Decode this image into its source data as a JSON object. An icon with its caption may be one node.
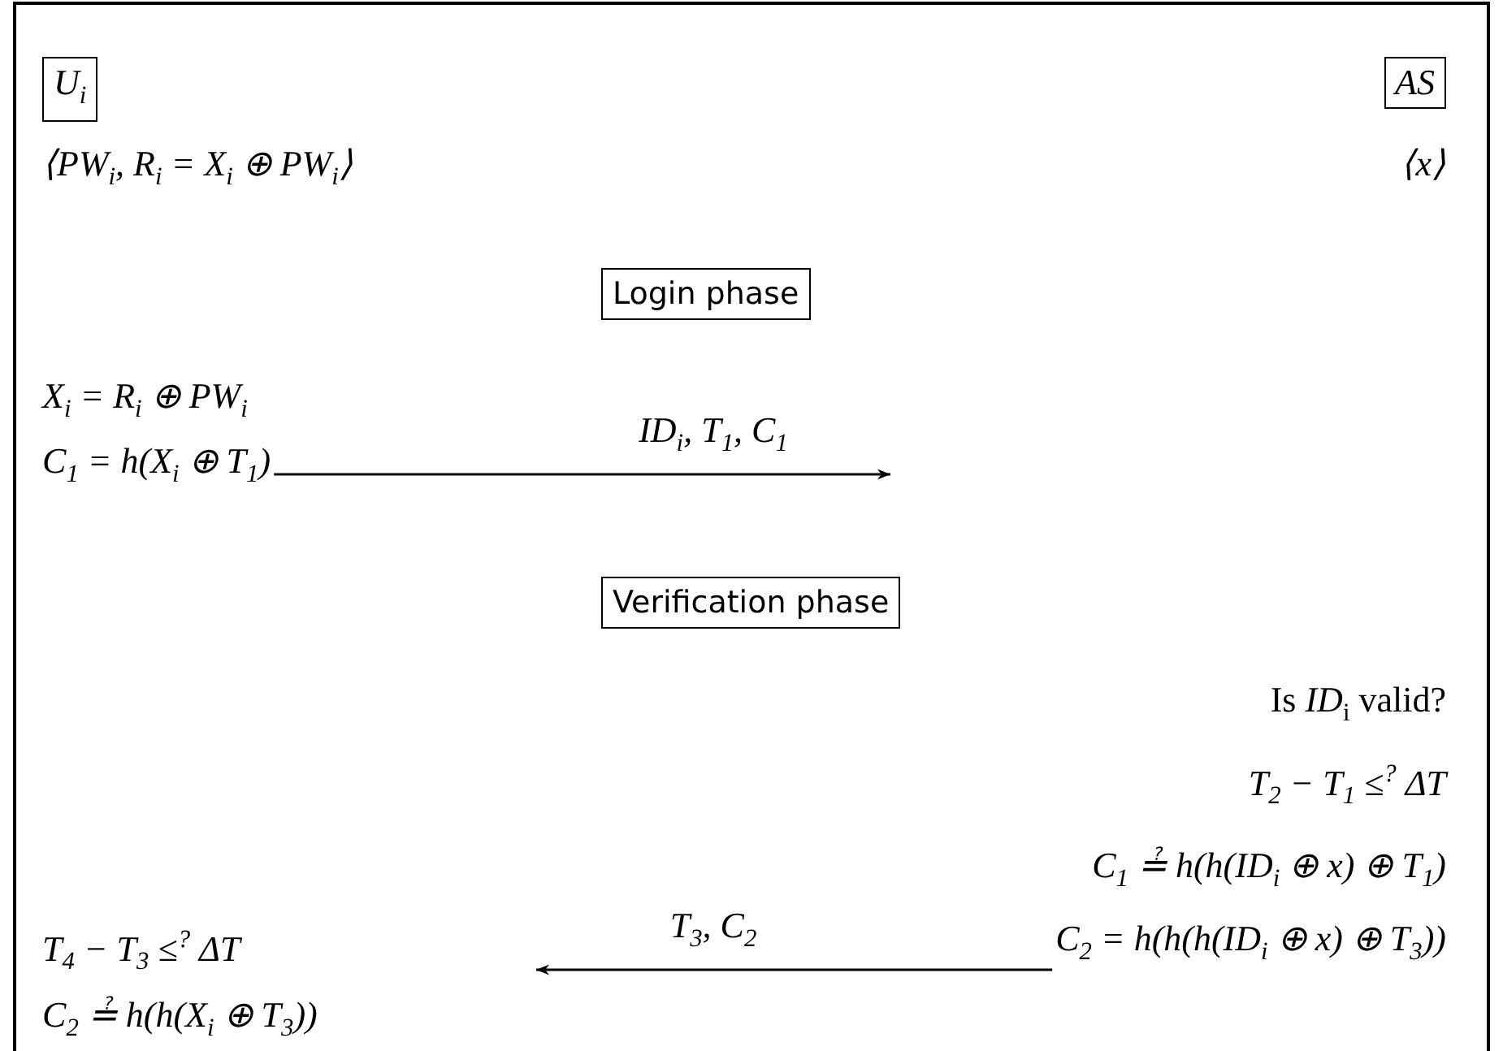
{
  "diagram": {
    "nodes": [
      {
        "text": [
          "U$_{i}$"
        ]
      },
      {
        "text": [
          "AS"
        ]
      },
      {
        "text": [
          "Login phase"
        ]
      },
      {
        "text": [
          "Verification phase"
        ]
      },
      {
        "text": [
          "X$_{i}$ = R$_{i}$ ⊕ PW$_{i}$",
          "C$_{1}$ = h(X$_{i}$ ⊕ T$_{1}$)"
        ]
      },
      {
        "text": [
          "C$_{2}$ = h(h(h(ID$_{i}$ ⊕ x) ⊕ T$_{3}$))"
        ]
      }
    ],
    "edges": [
      {
        "from": 4,
        "to": null,
        "arrow": "to",
        "label": "ID$_{i}$,  T$_{1}$,  C$_{1}$"
      },
      {
        "from": 5,
        "to": null,
        "arrow": "to",
        "label": "T$_{3}$,  C$_{2}$"
      }
    ],
    "labels": [
      "⟨PW$_{i}$,  R$_{i}$ = X$_{i}$ ⊕ PW$_{i}$⟩",
      "⟨x⟩",
      "Is *ID*$_{i}$ valid?",
      "T$_{2}$ − T$_{1}$ ≤$^{?}$ ΔT",
      "C$_{1}$ ≟ h(h(ID$_{i}$ ⊕ x) ⊕ T$_{1}$)",
      "T$_{4}$ − T$_{3}$ ≤$^{?}$ ΔT",
      "C$_{2}$ ≟ h(h(X$_{i}$ ⊕ T$_{3}$))"
    ]
  }
}
